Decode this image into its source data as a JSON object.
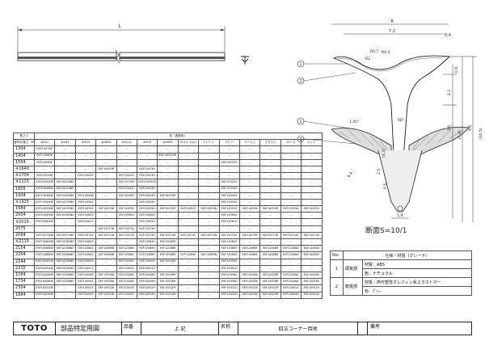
{
  "drawing": {
    "length_dim": "L",
    "section_title": "断面S=10/1",
    "dims": {
      "top_width": "8",
      "top_inner": "7.2",
      "top_right": "0.4",
      "r_tip": "R0.7",
      "r_shoulder": "R2",
      "r_mid": "R0.4",
      "r_center": "R2",
      "r_root": "R0.2",
      "right_a": "0.9",
      "right_b": "2.2",
      "right_c": "3.6",
      "right_d": "(5.4)",
      "right_e": "9.6",
      "right_f": "(10.5)",
      "angle_a": "1.45°",
      "angle_b": "90°",
      "angle_c": "6.4",
      "lower_a": "(4.2)",
      "lower_b": "2.5",
      "lower_c": "0.5",
      "bottom": "1.8"
    },
    "callouts": [
      "1",
      "2",
      "1",
      "2"
    ]
  },
  "parts_table": {
    "length_header": "長さ L",
    "color_header": "色（表面色）",
    "length_sub": "部材の長さ（mm）",
    "columns": [
      "#041",
      "#042",
      "#SS3",
      "#SB20",
      "#SC21",
      "#SH2",
      "#SR20",
      "ﾎﾜｲﾄ(ﾊﾟｽﾃﾙ)ﾄ",
      "ｸﾞﾚｰｸﾞﾚｰ",
      "グレー",
      "ベージュ",
      "ブラウン",
      "ローズ",
      "ミント"
    ],
    "rows": [
      {
        "length": "1304",
        "cells": [
          "EKF1407NE",
          "—",
          "—",
          "—",
          "—",
          "—",
          "—",
          "—",
          "—",
          "—",
          "—",
          "—",
          "—",
          "—"
        ]
      },
      {
        "length": "1404",
        "cells": [
          "EKF1408NE",
          "—",
          "—",
          "—",
          "—",
          "—",
          "EKF14002SR",
          "—",
          "—",
          "—",
          "—",
          "—",
          "—",
          "—"
        ]
      },
      {
        "length": "1504",
        "cells": [
          "EKF1409NE",
          "—",
          "—",
          "—",
          "—",
          "—",
          "—",
          "—",
          "—",
          "EKF14003G",
          "—",
          "—",
          "—",
          "—"
        ]
      },
      {
        "length": "※1640",
        "cells": [
          "—",
          "—",
          "—",
          "EKF10005B",
          "—",
          "EKF10003H",
          "—",
          "—",
          "—",
          "—",
          "—",
          "—",
          "—",
          "—"
        ]
      },
      {
        "length": "※1704",
        "cells": [
          "EKF1002NE",
          "—",
          "EKF10003S",
          "—",
          "EKF10003C",
          "EKF10023H",
          "—",
          "—",
          "—",
          "—",
          "—",
          "—",
          "—",
          "—"
        ]
      },
      {
        "length": "※1115",
        "cells": [
          "EKF10003NE",
          "EKF10003NE",
          "—",
          "—",
          "EKF10033H",
          "EKF10003SR",
          "—",
          "—",
          "—",
          "EKF10003G",
          "—",
          "—",
          "—",
          "—"
        ]
      },
      {
        "length": "1805",
        "cells": [
          "EKF10048NE",
          "EKF10053NE",
          "—",
          "—",
          "EKF10043C",
          "EKF10043H",
          "—",
          "—",
          "—",
          "EKF10043G",
          "—",
          "—",
          "—",
          "—"
        ]
      },
      {
        "length": "1904",
        "cells": [
          "EKF14048NE",
          "EKF10049NE",
          "EKF14049B",
          "—",
          "EKF14049C",
          "EKF14049H",
          "EKF14049R",
          "—",
          "—",
          "EKF14049G",
          "—",
          "—",
          "—",
          "—"
        ]
      },
      {
        "length": "※1925",
        "cells": [
          "EKF10059NE",
          "EKF10059NE",
          "EKF10059S",
          "—",
          "—",
          "EKF10059H",
          "—",
          "—",
          "—",
          "EKF10059G",
          "—",
          "—",
          "—",
          "—"
        ]
      },
      {
        "length": "1984",
        "cells": [
          "EKF14059NE",
          "EKF14059NE",
          "EKF14059S",
          "EKF14059B",
          "EKF14059C",
          "EKF14059H",
          "EKF14059R",
          "EKF14059F",
          "EKF14059N",
          "EKF14059G",
          "EKF14059K",
          "EKF14059R",
          "EKF14059A",
          "EKF14059V"
        ]
      },
      {
        "length": "2004",
        "cells": [
          "EKF10060NE",
          "EKF10060NE",
          "EKF10060S",
          "—",
          "EKF10060C",
          "EKF10060H",
          "—",
          "—",
          "—",
          "EKF10060G",
          "—",
          "—",
          "—",
          "—"
        ]
      },
      {
        "length": "※2015",
        "cells": [
          "EKF10061NE",
          "—",
          "EKF10061S",
          "—",
          "—",
          "EKF10061H",
          "—",
          "—",
          "—",
          "EKF10061G",
          "—",
          "—",
          "—",
          "—"
        ]
      },
      {
        "length": "2075",
        "cells": [
          "—",
          "—",
          "—",
          "EKF10075B",
          "EKF10075C",
          "EKF10075H",
          "—",
          "—",
          "—",
          "—",
          "—",
          "—",
          "—",
          "—"
        ]
      },
      {
        "length": "2084",
        "cells": [
          "EKF10074NE",
          "EKF10074NE",
          "EKF10074S",
          "EKF10074B",
          "EKF10074C",
          "EKF10074H",
          "EKF10074R",
          "EKF10074F",
          "EKF10074N",
          "EKF10074G",
          "EKF10074K",
          "EKF10074R",
          "EKF10074A",
          "EKF10074V"
        ]
      },
      {
        "length": "※2115",
        "cells": [
          "EKF10085NE",
          "EKF10085NE",
          "EKF10085S",
          "—",
          "—",
          "EKF10085H",
          "EKF10085R",
          "—",
          "—",
          "EKF10085G",
          "—",
          "—",
          "—",
          "—"
        ]
      },
      {
        "length": "2154",
        "cells": [
          "EKF12086NE",
          "EKF12086NE",
          "EKF12086S",
          "EKF12086B",
          "EKF12086C",
          "EKF12086H",
          "EKF12086R",
          "—",
          "—",
          "EKF12086G",
          "EKF12086K",
          "EKF12086R",
          "EKF12086A",
          "EKF12086V"
        ]
      },
      {
        "length": "2204",
        "cells": [
          "EKF14088NE",
          "EKF14088NE",
          "EKF14088S",
          "EKF14088B",
          "EKF14088C",
          "EKF14088H",
          "EKF14088R",
          "EKF14088F",
          "EKF14088N",
          "EKF14088G",
          "EKF14088K",
          "EKF14088R",
          "EKF14088A",
          "EKF14088V"
        ]
      },
      {
        "length": "2244",
        "cells": [
          "EKF10090NE",
          "EKF10090NE",
          "EKF10090S",
          "—",
          "EKF10090C",
          "EKF10090H",
          "EKF10090R",
          "—",
          "—",
          "EKF10090G",
          "—",
          "—",
          "—",
          "—"
        ]
      },
      {
        "length": "2215",
        "cells": [
          "EKF10091NE",
          "EKF10091NE",
          "EKF10091S",
          "—",
          "EKF10091C",
          "EKF10091H",
          "—",
          "—",
          "—",
          "EKF10091G",
          "—",
          "—",
          "—",
          "—"
        ]
      },
      {
        "length": "1584",
        "cells": [
          "EKF10006NE",
          "EKF10006NE",
          "EKF10006S",
          "EKF10006B",
          "EKF10006C",
          "EKF10006H",
          "EKF10006R",
          "—",
          "—",
          "EKF10006G",
          "EKF10006K",
          "EKF10006R",
          "EKF10006A",
          "EKF10006V"
        ]
      },
      {
        "length": "1734",
        "cells": [
          "EKF10008NE",
          "EKF10008NE",
          "EKF10008S",
          "EKF10008B",
          "EKF10008C",
          "EKF10008H",
          "EKF10008R",
          "—",
          "—",
          "EKF10008G",
          "EKF10008K",
          "EKF10008R",
          "EKF10008A",
          "EKF10008V"
        ]
      },
      {
        "length": "2304",
        "cells": [
          "EKF10002NE",
          "—",
          "EKF10002S",
          "EKF10002B",
          "EKF10002C",
          "EKF10002H",
          "EKF10002R",
          "—",
          "—",
          "EKF10002G",
          "EKF10002K",
          "EKF10002R",
          "EKF10002A",
          "EKF10002V"
        ]
      },
      {
        "length": "1884",
        "cells": [
          "EKF10004NE",
          "—",
          "EKF10004S",
          "EKF10004B",
          "EKF10004C",
          "EKF10004H",
          "EKF10004R",
          "—",
          "—",
          "EKF10004G",
          "EKF10004K",
          "EKF10004R",
          "EKF10004A",
          "EKF10004V"
        ]
      }
    ]
  },
  "material_table": {
    "header_no": "No.",
    "header": "仕様・材質（グレード）",
    "rows": [
      {
        "no": "1",
        "name": "硬質部",
        "spec1": "材質：ABS",
        "spec2": "色：ナチュラル"
      },
      {
        "no": "2",
        "name": "軟質部",
        "spec1": "材質：熱可塑性オレフィン系エラストマー",
        "spec2": "色：ｸﾞﾚｰ"
      }
    ]
  },
  "title_block": {
    "brand": "TOTO",
    "doc_type": "部品特定用図",
    "part_no_label": "品番",
    "part_no_value": "上 記",
    "name_label": "名称",
    "name_value": "四法コーナー目地",
    "remarks_label": "備考"
  }
}
